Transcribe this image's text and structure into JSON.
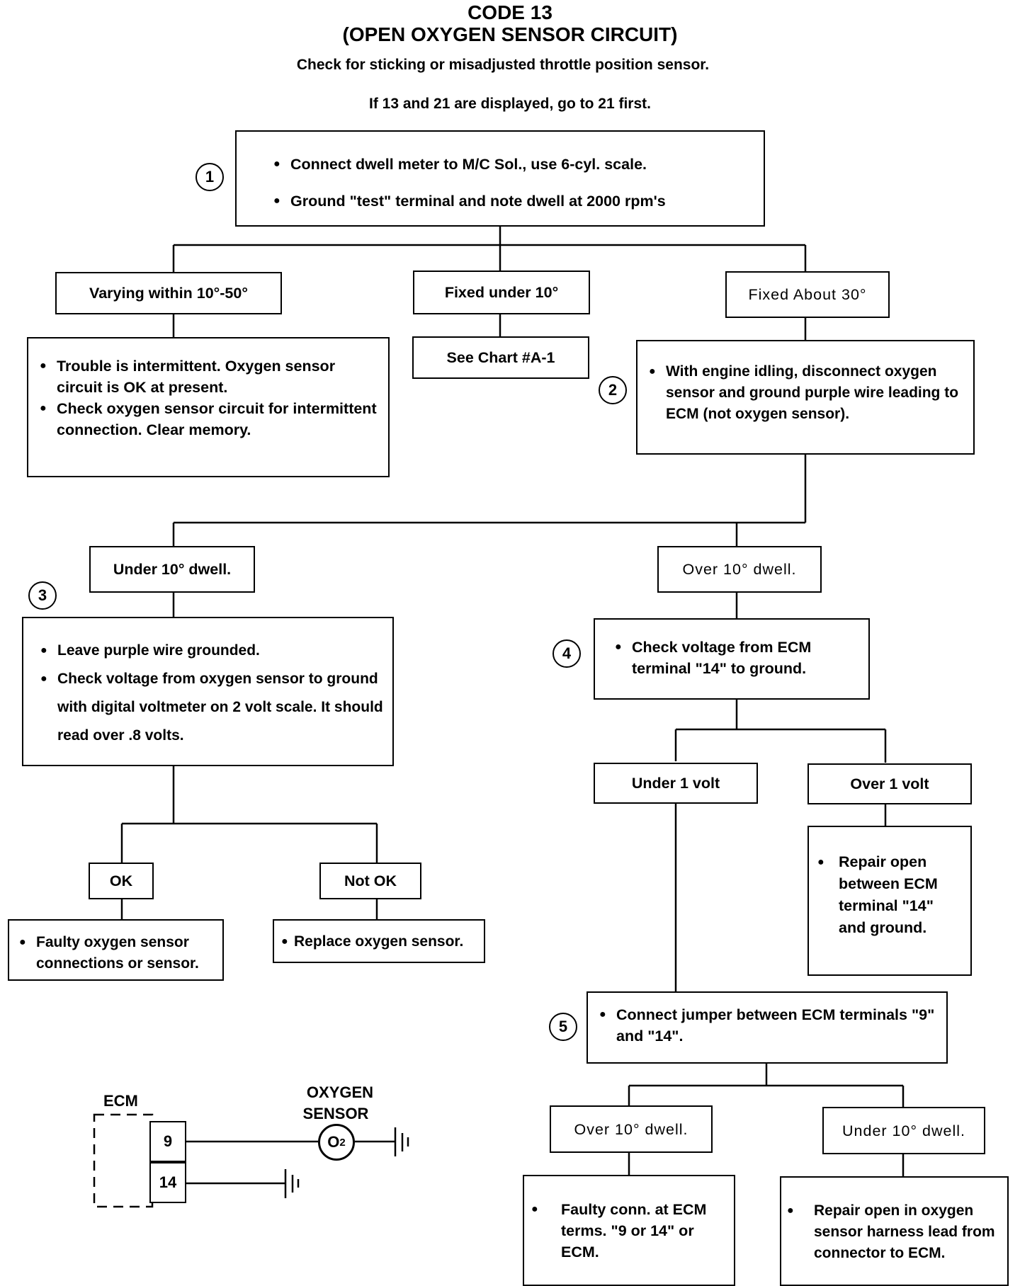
{
  "header": {
    "title": "CODE 13",
    "subtitle": "(OPEN OXYGEN SENSOR CIRCUIT)",
    "note1": "Check for sticking or misadjusted throttle position sensor.",
    "note2": "If 13 and 21 are displayed, go to 21 first."
  },
  "steps": {
    "s1": "1",
    "s2": "2",
    "s3": "3",
    "s4": "4",
    "s5": "5"
  },
  "step1": {
    "b1": "Connect dwell meter to M/C Sol., use 6-cyl. scale.",
    "b2": "Ground \"test\" terminal and note dwell at 2000 rpm's"
  },
  "branch1": {
    "varying": "Varying within 10°-50°",
    "fixed_under": "Fixed under 10°",
    "fixed_about": "Fixed About 30°"
  },
  "intermittent": {
    "b1": "Trouble is intermittent. Oxygen sensor circuit is OK at present.",
    "b2": "Check oxygen sensor circuit for intermittent connection. Clear memory."
  },
  "see_chart": "See Chart #A-1",
  "step2": {
    "b1": "With engine idling, disconnect oxygen sensor and ground purple wire leading to ECM (not oxygen sensor)."
  },
  "branch2": {
    "under": "Under 10° dwell.",
    "over": "Over 10° dwell."
  },
  "step3": {
    "b1": "Leave purple wire grounded.",
    "b2": "Check voltage from oxygen sensor to ground with digital voltmeter on 2 volt scale.  It should read over .8 volts."
  },
  "branch3": {
    "ok": "OK",
    "not_ok": "Not OK"
  },
  "faulty_sensor": {
    "b1": "Faulty oxygen sensor connections or sensor."
  },
  "replace_sensor": {
    "b1": "Replace oxygen sensor."
  },
  "step4": {
    "b1": "Check voltage from ECM terminal \"14\" to ground."
  },
  "branch4": {
    "under": "Under 1 volt",
    "over": "Over 1 volt"
  },
  "repair_open_ecm": {
    "b1": "Repair open between ECM terminal \"14\" and ground."
  },
  "step5": {
    "b1": "Connect jumper between ECM terminals \"9\" and \"14\"."
  },
  "branch5": {
    "over": "Over 10° dwell.",
    "under": "Under 10° dwell."
  },
  "faulty_conn": {
    "b1": "Faulty conn. at ECM terms. \"9 or 14\" or ECM."
  },
  "repair_harness": {
    "b1": "Repair open in oxygen sensor harness lead from connector to ECM."
  },
  "schematic": {
    "ecm_label": "ECM",
    "sensor_label_1": "OXYGEN",
    "sensor_label_2": "SENSOR",
    "pin_9": "9",
    "pin_14": "14",
    "o2_base": "O",
    "o2_sub": "2"
  }
}
